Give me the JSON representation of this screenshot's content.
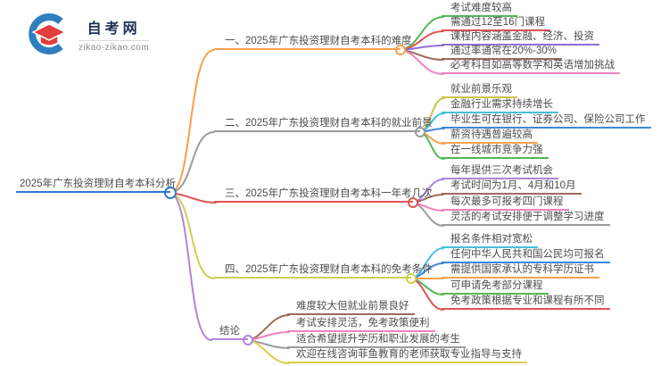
{
  "logo": {
    "name": "自考网",
    "domain": "zikao-zikao.com",
    "cap_color": "#e23e3c",
    "swoosh_color": "#2e7fc0"
  },
  "root": {
    "label": "2025年广东投资理财自考本科分析",
    "color": "#3379d0"
  },
  "branches": [
    {
      "label": "一、2025年广东投资理财自考本科的难度",
      "color": "#f7a04a",
      "children": [
        {
          "text": "考试难度较高",
          "color": "#55b755"
        },
        {
          "text": "需通过12至16门课程",
          "color": "#e05252"
        },
        {
          "text": "课程内容涵盖金融、经济、投资",
          "color": "#8f6fd8"
        },
        {
          "text": "通过率通常在20%-30%",
          "color": "#9c6a5a"
        },
        {
          "text": "必考科目如高等数学和英语增加挑战",
          "color": "#ef82c3"
        }
      ]
    },
    {
      "label": "二、2025年广东投资理财自考本科的就业前景",
      "color": "#9b9b9b",
      "children": [
        {
          "text": "就业前景乐观",
          "color": "#cfc24e"
        },
        {
          "text": "金融行业需求持续增长",
          "color": "#45c0dc"
        },
        {
          "text": "毕业生可在银行、证券公司、保险公司工作",
          "color": "#3f86d8"
        },
        {
          "text": "薪资待遇普遍较高",
          "color": "#f9a350"
        },
        {
          "text": "在一线城市竞争力强",
          "color": "#55b755"
        }
      ]
    },
    {
      "label": "三、2025年广东投资理财自考本科一年考几次",
      "color": "#e25554",
      "children": [
        {
          "text": "每年提供三次考试机会",
          "color": "#a886de"
        },
        {
          "text": "考试时间为1月、4月和10月",
          "color": "#9c6a5a"
        },
        {
          "text": "每次最多可报考四门课程",
          "color": "#ef82c3"
        },
        {
          "text": "灵活的考试安排便于调整学习进度",
          "color": "#9b9b9b"
        }
      ]
    },
    {
      "label": "四、2025年广东投资理财自考本科的免考条件",
      "color": "#ccd14f",
      "children": [
        {
          "text": "报名条件相对宽松",
          "color": "#45c0dc"
        },
        {
          "text": "任何中华人民共和国公民均可报名",
          "color": "#3f86d8"
        },
        {
          "text": "需提供国家承认的专科学历证书",
          "color": "#f9a350"
        },
        {
          "text": "可申请免考部分课程",
          "color": "#55b755"
        },
        {
          "text": "免考政策根据专业和课程有所不同",
          "color": "#e05252"
        }
      ]
    },
    {
      "label": "结论",
      "color": "#b185db",
      "children": [
        {
          "text": "难度较大但就业前景良好",
          "color": "#9c6a5a"
        },
        {
          "text": "考试安排灵活，免考政策便利",
          "color": "#ef82c3"
        },
        {
          "text": "适合希望提升学历和职业发展的考生",
          "color": "#9b9b9b"
        },
        {
          "text": "欢迎在线咨询菲鱼教育的老师获取专业指导与支持",
          "color": "#d6cf4d"
        }
      ]
    }
  ]
}
